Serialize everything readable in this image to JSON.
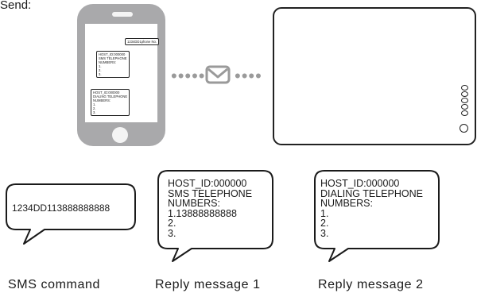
{
  "title": "Send:",
  "phone": {
    "sent": "1234DD1phone No.",
    "reply1": [
      "HOST_ID:000000",
      "SMS TELEPHONE",
      "NUMBERS:",
      "1.",
      "2.",
      "3."
    ],
    "reply2": [
      "HOST_ID:000000",
      "DIALING TELEPHONE",
      "NUMBERS:",
      "1.",
      "2.",
      "3."
    ]
  },
  "transfer_icon": "envelope-icon",
  "bubbles": {
    "sms_command": "1234DD113888888888",
    "reply1": [
      "HOST_ID:000000",
      "SMS TELEPHONE",
      "NUMBERS:",
      "1.13888888888",
      "2.",
      "3."
    ],
    "reply2": [
      "HOST_ID:000000",
      "DIALING TELEPHONE",
      "NUMBERS:",
      "1.",
      "2.",
      "3."
    ]
  },
  "captions": {
    "sms_command": "SMS command",
    "reply1": "Reply message 1",
    "reply2": "Reply message 2"
  }
}
